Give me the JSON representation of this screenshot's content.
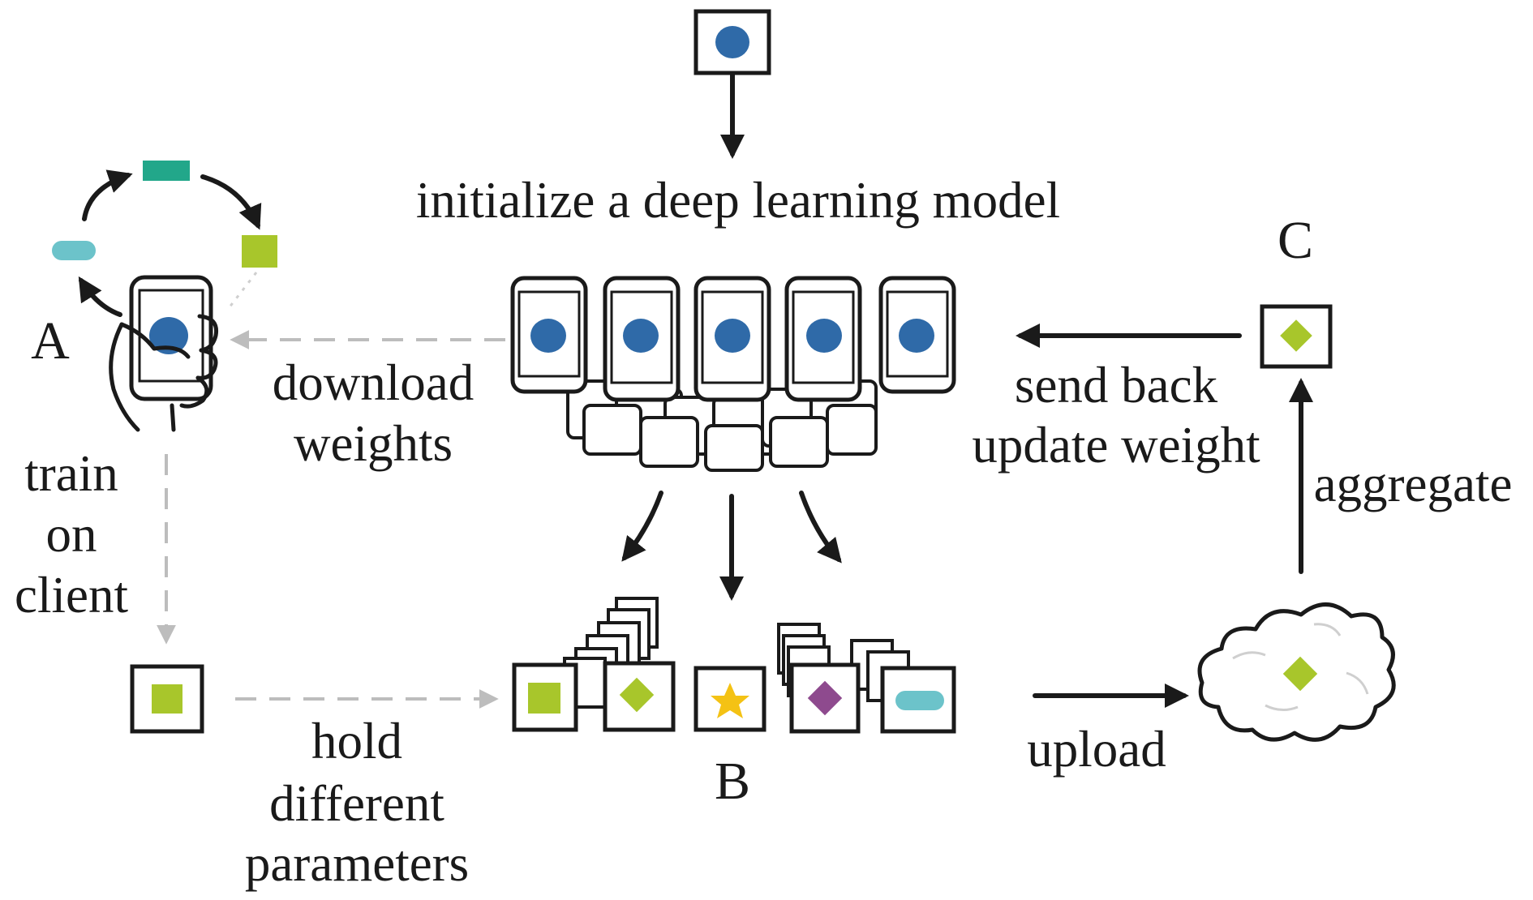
{
  "colors": {
    "blue": "#2f6aa8",
    "lime": "#a8c62b",
    "teal": "#22a78a",
    "light_teal": "#6cc3ca",
    "purple": "#8e4a8e",
    "yellow": "#f4c214",
    "ink": "#1a1a1a",
    "dashed_gray": "#bdbdbd"
  },
  "labels": {
    "init": "initialize a deep learning model",
    "download": [
      "download",
      "weights"
    ],
    "send_back": [
      "send back",
      "update weight"
    ],
    "train": [
      "train",
      "on",
      "client"
    ],
    "hold": [
      "hold",
      "different",
      "parameters"
    ],
    "upload": "upload",
    "aggregate": "aggregate",
    "A": "A",
    "B": "B",
    "C": "C"
  },
  "icons": {
    "model_card": "blue-circle-card-icon",
    "phone_in_hand": "hand-holding-phone-icon",
    "phone_stack": "phone-stack-icon",
    "cloud": "cloud-icon",
    "star": "star-icon",
    "diamond": "diamond-icon",
    "square": "square-icon",
    "pill": "pill-icon"
  }
}
